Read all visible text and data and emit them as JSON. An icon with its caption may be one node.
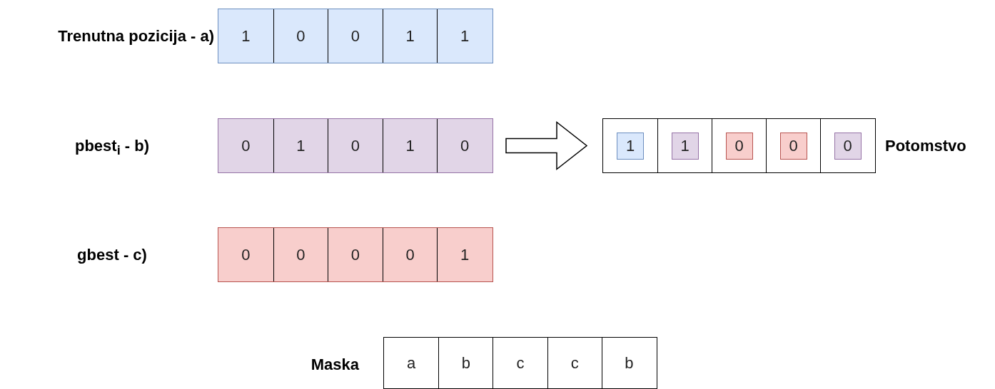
{
  "diagram": {
    "nodes": [
      {
        "text": [],
        "shape": "bar",
        "beside": [
          "Trenutna pozicija - a)"
        ]
      },
      {
        "text": [
          "1"
        ],
        "in": 0
      },
      {
        "text": [
          "0"
        ],
        "in": 0
      },
      {
        "text": [
          "0"
        ],
        "in": 0
      },
      {
        "text": [
          "1"
        ],
        "in": 0
      },
      {
        "text": [
          "1"
        ],
        "in": 0
      },
      {
        "text": [],
        "shape": "bar"
      },
      {
        "text": [
          "0"
        ],
        "in": 6
      },
      {
        "text": [
          "1"
        ],
        "in": 6
      },
      {
        "text": [
          "0"
        ],
        "in": 6
      },
      {
        "text": [
          "1"
        ],
        "in": 6
      },
      {
        "text": [
          "0"
        ],
        "in": 6
      },
      {
        "text": [],
        "shape": "bar",
        "beside": [
          "Potomstvo"
        ]
      },
      {
        "text": [],
        "shape": "box",
        "in": 12
      },
      {
        "text": [
          "1"
        ],
        "in": 13
      },
      {
        "text": [],
        "shape": "box",
        "in": 12
      },
      {
        "text": [
          "1"
        ],
        "in": 15
      },
      {
        "text": [],
        "shape": "box",
        "in": 12
      },
      {
        "text": [
          "0"
        ],
        "in": 17
      },
      {
        "text": [],
        "shape": "box",
        "in": 12
      },
      {
        "text": [
          "0"
        ],
        "in": 19
      },
      {
        "text": [],
        "shape": "box",
        "in": 12
      },
      {
        "text": [
          "0"
        ],
        "in": 21
      },
      {
        "text": [],
        "shape": "bar"
      },
      {
        "text": [
          "0"
        ],
        "in": 23
      },
      {
        "text": [
          "0"
        ],
        "in": 23
      },
      {
        "text": [
          "0"
        ],
        "in": 23
      },
      {
        "text": [
          "0"
        ],
        "in": 23
      },
      {
        "text": [
          "1"
        ],
        "in": 23
      },
      {
        "text": [],
        "shape": "bar",
        "beside": [
          "Maska"
        ]
      },
      {
        "text": [
          "a"
        ],
        "in": 29
      },
      {
        "text": [
          "b"
        ],
        "in": 29
      },
      {
        "text": [
          "c"
        ],
        "in": 29
      },
      {
        "text": [
          "c"
        ],
        "in": 29
      },
      {
        "text": [
          "b"
        ],
        "in": 29
      }
    ],
    "labels": [
      "pbest$_{i}$ - b)",
      "gbest - c)"
    ],
    "edges": [
      {
        "from": 6,
        "to": 12,
        "arrow": "to"
      }
    ]
  }
}
